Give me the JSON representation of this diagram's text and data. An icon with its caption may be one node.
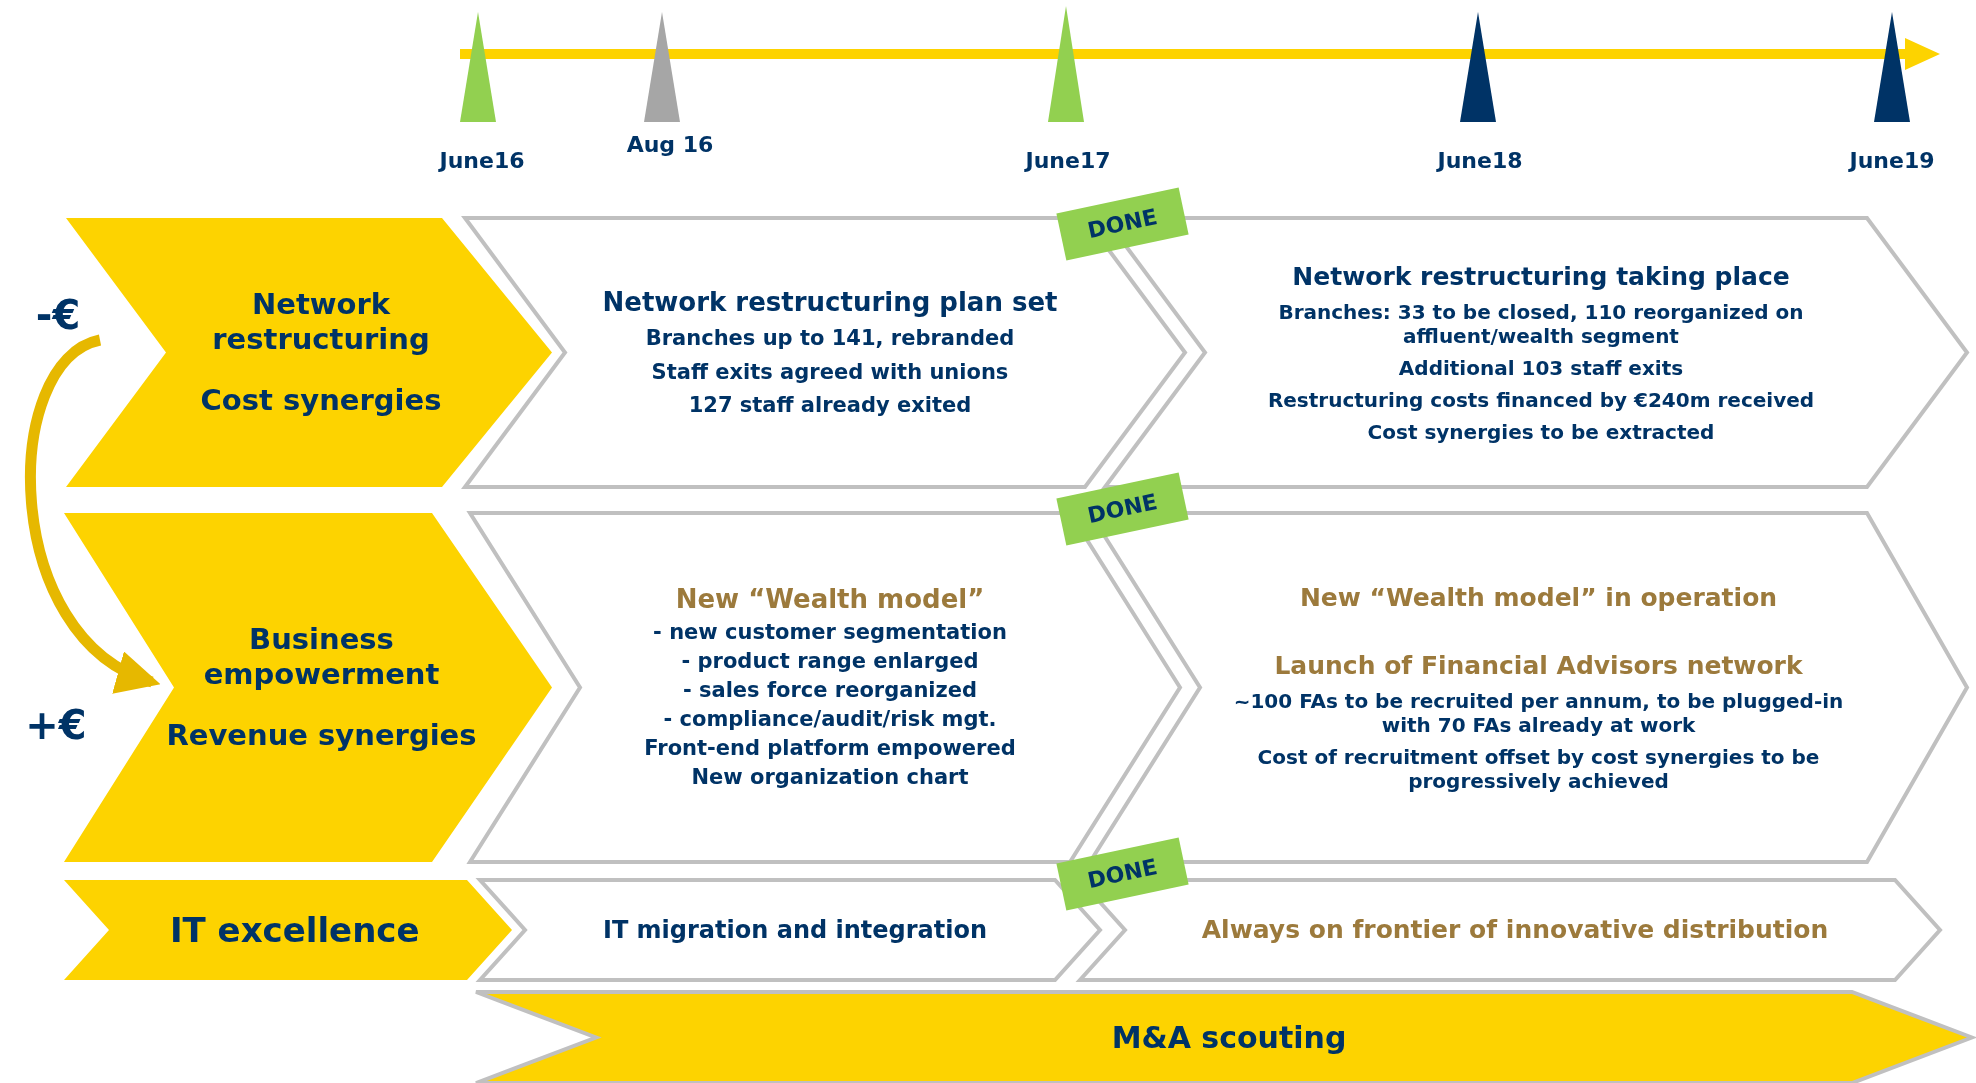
{
  "diagram": {
    "nodes": [
      {
        "text": [
          "Network restructuring",
          "Cost synergies"
        ]
      },
      {
        "text": [
          "Business empowerment",
          "Revenue synergies"
        ]
      },
      {
        "text": [
          "IT excellence"
        ]
      },
      {
        "text": [
          "Network restructuring plan set",
          "Branches up to 141, rebranded",
          "Staff exits agreed with unions",
          "127 staff already exited"
        ]
      },
      {
        "text": [
          "Network restructuring taking place",
          "Branches: 33 to be closed, 110 reorganized on affluent/wealth segment",
          "Additional 103 staff exits",
          "Restructuring costs financed by €240m received",
          "Cost synergies to be extracted"
        ]
      },
      {
        "text": [
          "New “Wealth model”",
          "- new customer segmentation",
          "- product range enlarged",
          "- sales force reorganized",
          "- compliance/audit/risk mgt.",
          "Front-end platform empowered",
          "New organization chart"
        ]
      },
      {
        "text": [
          "New “Wealth model” in operation",
          "Launch of Financial Advisors network",
          "~100 FAs to be recruited per annum, to be plugged-in with 70 FAs already at work",
          "Cost of recruitment offset by cost synergies to be progressively achieved"
        ]
      },
      {
        "text": [
          "IT migration and integration"
        ]
      },
      {
        "text": [
          "Always on frontier of innovative distribution"
        ]
      },
      {
        "text": [
          "M&A scouting"
        ]
      },
      {
        "text": [
          "DONE"
        ]
      },
      {
        "text": [
          "DONE"
        ]
      },
      {
        "text": [
          "DONE"
        ]
      }
    ],
    "edges": [
      {
        "from": 0,
        "to": 1,
        "arrow": "to"
      }
    ],
    "labels": [
      "June16",
      "Aug 16",
      "June17",
      "June18",
      "June19",
      "-€",
      "+€"
    ]
  }
}
